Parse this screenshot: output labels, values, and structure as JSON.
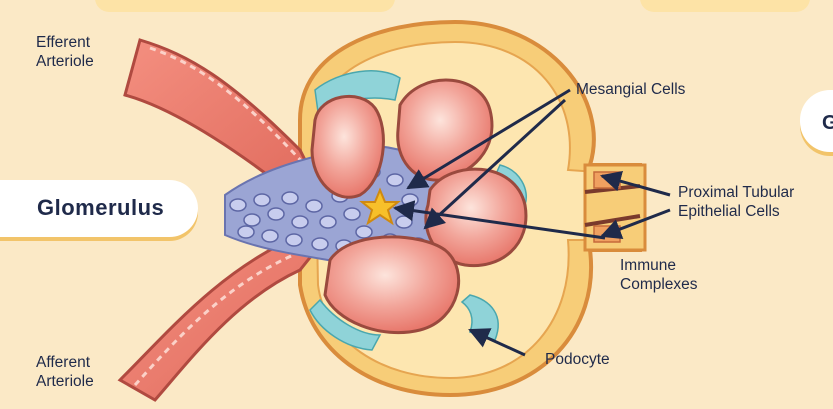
{
  "title": "Glomerulus",
  "peek_letter": "G",
  "labels": {
    "efferent": [
      "Efferent",
      "Arteriole"
    ],
    "afferent": [
      "Afferent",
      "Arteriole"
    ],
    "mesangial": "Mesangial Cells",
    "proximal": [
      "Proximal Tubular",
      "Epithelial Cells"
    ],
    "immune": [
      "Immune",
      "Complexes"
    ],
    "podocyte": "Podocyte"
  },
  "colors": {
    "background": "#fbe9c6",
    "capsule": "#f7cd78",
    "capillary": "#ea7f74",
    "mesangial": "#9ba5d4",
    "podocyte": "#8fd3d8",
    "text": "#1f2a4a"
  }
}
